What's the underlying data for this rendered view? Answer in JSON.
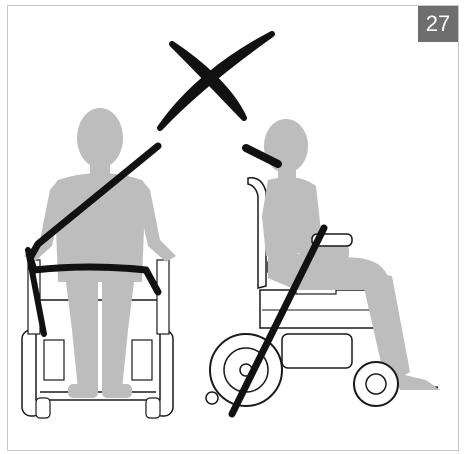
{
  "figure": {
    "number": "27",
    "badge_color": "#6e6e6e",
    "figure_gray": "#bdbdbd",
    "line_color": "#1a1a1a",
    "strap_color": "#111111"
  },
  "icons": {
    "cross": "x-mark",
    "front_view": "wheelchair-user-front-view",
    "side_view": "wheelchair-user-side-view"
  }
}
